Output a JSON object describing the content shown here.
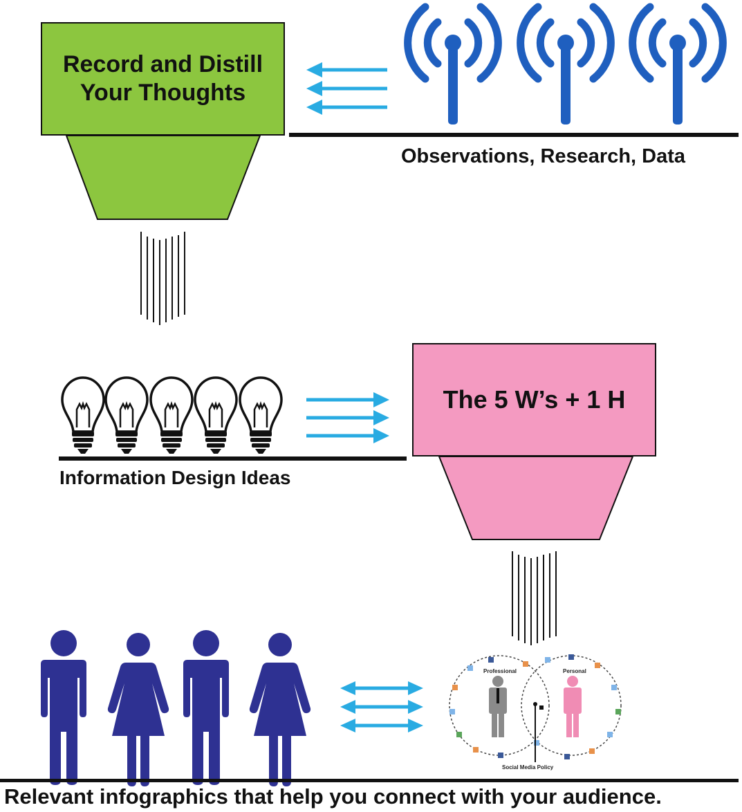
{
  "funnel_1": {
    "title_line1": "Record and Distill",
    "title_line2": "Your Thoughts"
  },
  "sources": {
    "label": "Observations, Research, Data",
    "icon": "radio-tower-icon"
  },
  "ideas": {
    "label": "Information Design Ideas",
    "icon": "light-bulb-icon"
  },
  "funnel_2": {
    "title": "The 5 W’s + 1 H"
  },
  "social_diagram": {
    "left_circle_label": "Professional",
    "right_circle_label": "Personal",
    "bottom_label": "Social Media Policy"
  },
  "footer": {
    "caption": "Relevant infographics that help you connect with your audience."
  },
  "colors": {
    "funnel_1": "#8cc63f",
    "funnel_2": "#f49ac1",
    "arrows": "#29abe2",
    "towers": "#1f5fbf",
    "people": "#2e3192"
  }
}
